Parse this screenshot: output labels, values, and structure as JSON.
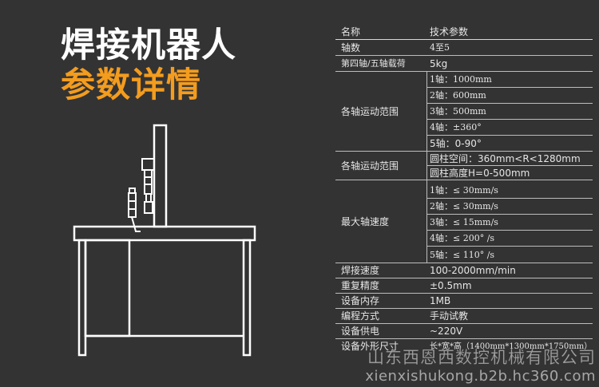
{
  "title": {
    "line1": "焊接机器人",
    "line2": "参数详情",
    "line2_color": "#f39c1e"
  },
  "spec_table": {
    "header": {
      "label": "名称",
      "value": "技术参数"
    },
    "rows": [
      {
        "label": "轴数",
        "values": [
          "4至5"
        ]
      },
      {
        "label": "第四轴/五轴载荷",
        "values": [
          "5kg"
        ]
      },
      {
        "label": "各轴运动范围",
        "values": [
          "1轴：1000mm",
          "2轴：600mm",
          "3轴：500mm",
          "4轴：±360°",
          "5轴：0-90°"
        ]
      },
      {
        "label": "各轴运动范围",
        "values": [
          "圆柱空间：360mm<R<1280mm",
          "圆柱高度H=0-500mm"
        ]
      },
      {
        "label": "最大轴速度",
        "values": [
          "1轴：≤ 30mm/s",
          "2轴：≤ 30mm/s",
          "3轴：≤ 15mm/s",
          "4轴：≤ 200° /s",
          "5轴：≤ 110° /s"
        ]
      },
      {
        "label": "焊接速度",
        "values": [
          "100-2000mm/min"
        ]
      },
      {
        "label": "重复精度",
        "values": [
          "±0.5mm"
        ]
      },
      {
        "label": "设备内存",
        "values": [
          "1MB"
        ]
      },
      {
        "label": "编程方式",
        "values": [
          "手动试教"
        ]
      },
      {
        "label": "设备供电",
        "values": [
          "~220V"
        ]
      },
      {
        "label": "设备外形尺寸",
        "values": [
          "长*宽*高（1400mm*1300mm*1750mm）"
        ]
      }
    ]
  },
  "watermark": {
    "company": "山东西恩西数控机械有限公司",
    "url": "xienxishukong.b2b.hc360.com"
  },
  "machine_icon": "welding-workstation-line-drawing"
}
